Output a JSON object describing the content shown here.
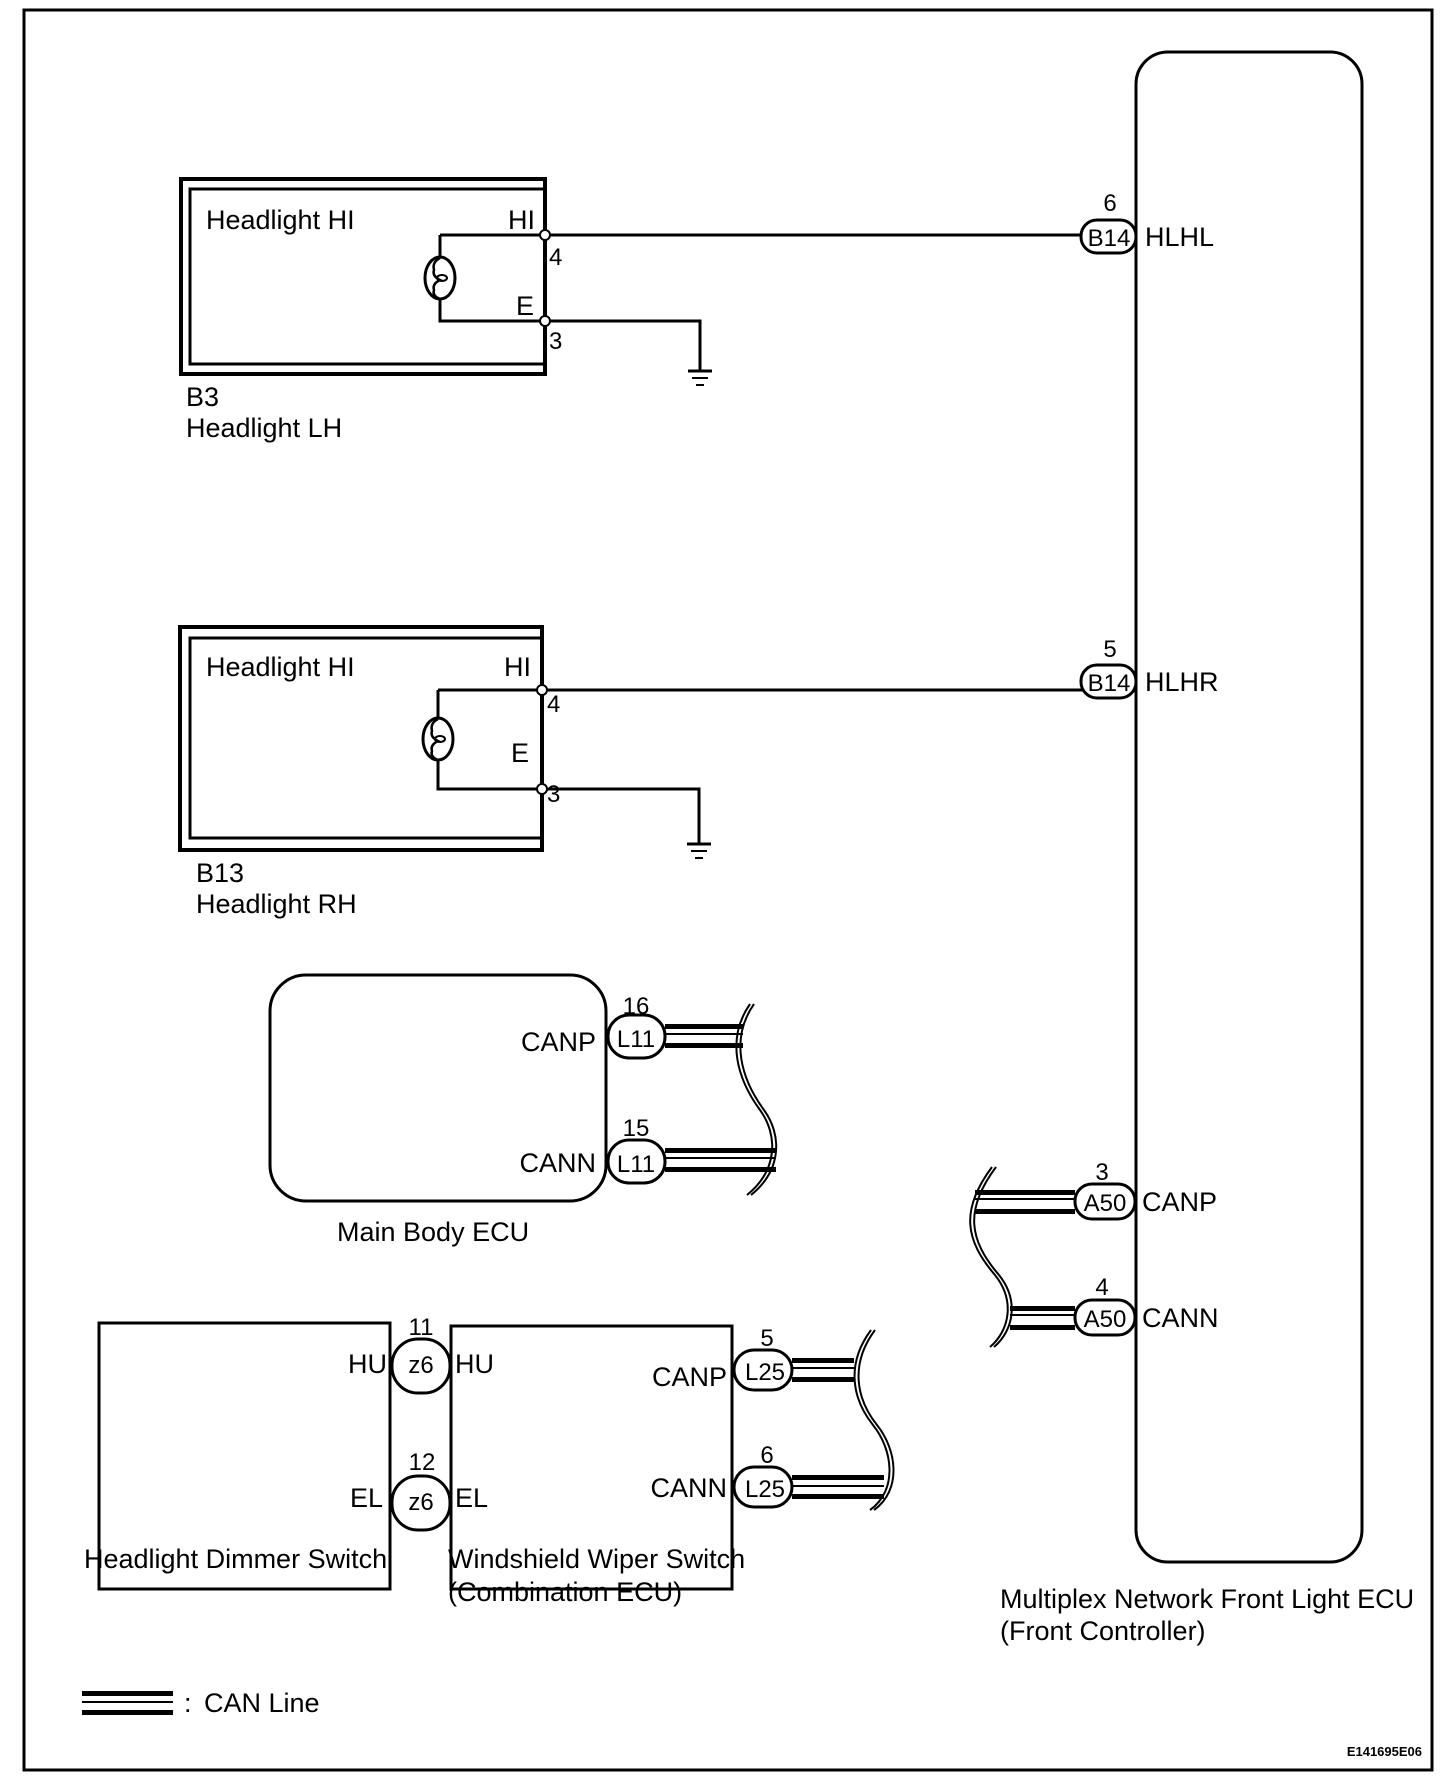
{
  "diagram": {
    "figure_code": "E141695E06",
    "legend": {
      "symbol": "can-line-icon",
      "separator": ":",
      "label": "CAN Line"
    },
    "components": {
      "headlight_lh": {
        "connector": "B3",
        "name": "Headlight LH",
        "inner_label": "Headlight HI",
        "terminals": [
          {
            "name": "HI",
            "pin": "4"
          },
          {
            "name": "E",
            "pin": "3"
          }
        ]
      },
      "headlight_rh": {
        "connector": "B13",
        "name": "Headlight RH",
        "inner_label": "Headlight HI",
        "terminals": [
          {
            "name": "HI",
            "pin": "4"
          },
          {
            "name": "E",
            "pin": "3"
          }
        ]
      },
      "main_body_ecu": {
        "name": "Main Body ECU",
        "terminals": [
          {
            "name": "CANP",
            "connector": "L11",
            "pin": "16"
          },
          {
            "name": "CANN",
            "connector": "L11",
            "pin": "15"
          }
        ]
      },
      "headlight_dimmer_switch": {
        "name": "Headlight Dimmer Switch",
        "terminals": [
          {
            "name": "HU"
          },
          {
            "name": "EL"
          }
        ]
      },
      "windshield_wiper_switch": {
        "name": "Windshield Wiper Switch",
        "subname": "(Combination ECU)",
        "terminals": [
          {
            "name": "HU",
            "connector": "z6",
            "pin": "11"
          },
          {
            "name": "EL",
            "connector": "z6",
            "pin": "12"
          },
          {
            "name": "CANP",
            "connector": "L25",
            "pin": "5"
          },
          {
            "name": "CANN",
            "connector": "L25",
            "pin": "6"
          }
        ]
      },
      "front_light_ecu": {
        "name": "Multiplex Network Front Light ECU",
        "subname": "(Front Controller)",
        "terminals": [
          {
            "name": "HLHL",
            "connector": "B14",
            "pin": "6"
          },
          {
            "name": "HLHR",
            "connector": "B14",
            "pin": "5"
          },
          {
            "name": "CANP",
            "connector": "A50",
            "pin": "3"
          },
          {
            "name": "CANN",
            "connector": "A50",
            "pin": "4"
          }
        ]
      }
    }
  }
}
